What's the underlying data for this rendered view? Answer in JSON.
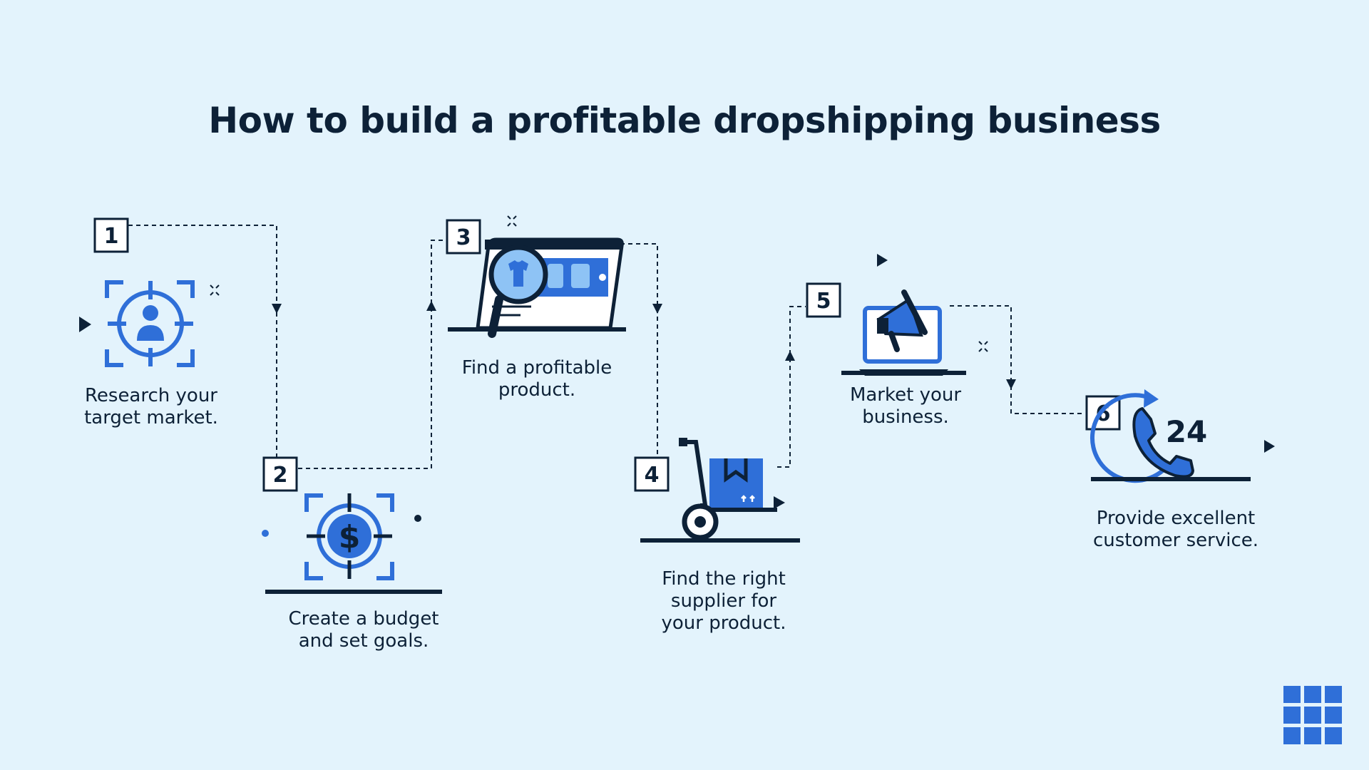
{
  "title": "How to build a profitable dropshipping business",
  "colors": {
    "background": "#e3f3fc",
    "ink": "#0d2137",
    "accent": "#2f6fd8",
    "accent_light": "#8ec3f5"
  },
  "steps": [
    {
      "number": "1",
      "icon": "target-person-icon",
      "caption_lines": [
        "Research your",
        "target market."
      ]
    },
    {
      "number": "2",
      "icon": "target-dollar-icon",
      "caption_lines": [
        "Create a budget",
        "and set goals."
      ]
    },
    {
      "number": "3",
      "icon": "laptop-magnifier-icon",
      "caption_lines": [
        "Find a profitable",
        "product."
      ]
    },
    {
      "number": "4",
      "icon": "hand-truck-box-icon",
      "caption_lines": [
        "Find the right",
        "supplier for",
        "your product."
      ]
    },
    {
      "number": "5",
      "icon": "laptop-megaphone-icon",
      "caption_lines": [
        "Market your",
        "business."
      ]
    },
    {
      "number": "6",
      "icon": "phone-24-icon",
      "caption_lines": [
        "Provide excellent",
        "customer service."
      ]
    }
  ],
  "phone_badge": "24",
  "dollar_sign": "$"
}
